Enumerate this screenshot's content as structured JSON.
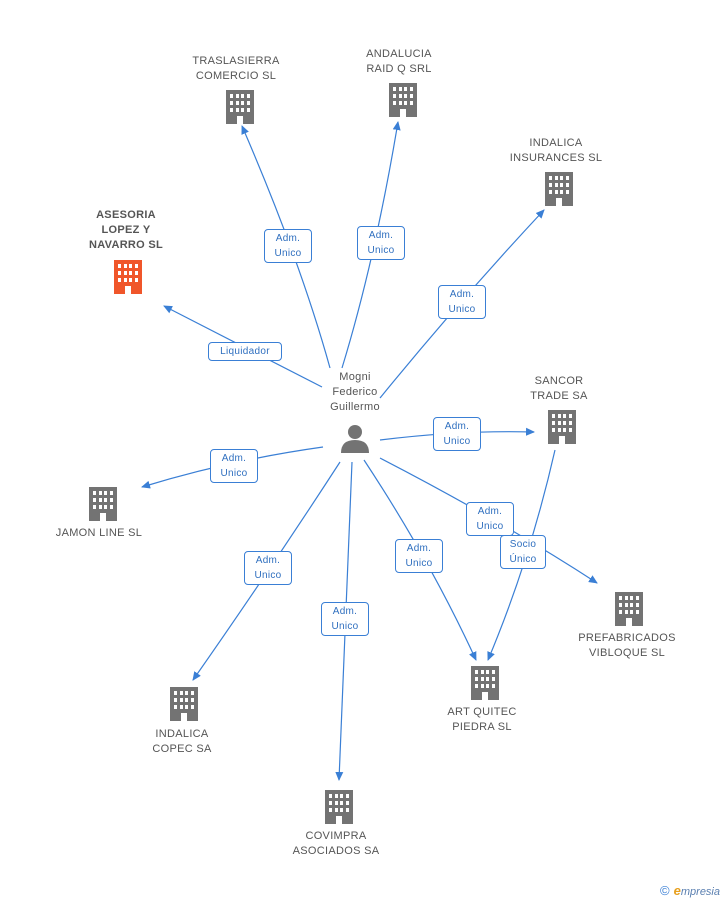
{
  "colors": {
    "edge": "#3a7fd5",
    "building": "#737373",
    "building_highlight": "#f0562a",
    "person": "#737373"
  },
  "center": {
    "label": "Mogni\nFederico\nGuillermo",
    "icon": "person-icon"
  },
  "nodes": [
    {
      "id": "traslasierra",
      "label": "TRASLASIERRA\nCOMERCIO SL",
      "icon": "building-icon"
    },
    {
      "id": "andalucia",
      "label": "ANDALUCIA\nRAID Q SRL",
      "icon": "building-icon"
    },
    {
      "id": "indalica_ins",
      "label": "INDALICA\nINSURANCES SL",
      "icon": "building-icon"
    },
    {
      "id": "asesoria",
      "label": "ASESORIA\nLOPEZ Y\nNAVARRO SL",
      "icon": "building-icon",
      "highlight": true
    },
    {
      "id": "sancor",
      "label": "SANCOR\nTRADE SA",
      "icon": "building-icon"
    },
    {
      "id": "jamon",
      "label": "JAMON LINE  SL",
      "icon": "building-icon"
    },
    {
      "id": "prefabricados",
      "label": "PREFABRICADOS\nVIBLOQUE SL",
      "icon": "building-icon"
    },
    {
      "id": "artquitec",
      "label": "ART QUITEC\nPIEDRA SL",
      "icon": "building-icon"
    },
    {
      "id": "indalica_copec",
      "label": "INDALICA\nCOPEC SA",
      "icon": "building-icon"
    },
    {
      "id": "covimpra",
      "label": "COVIMPRA\nASOCIADOS SA",
      "icon": "building-icon"
    }
  ],
  "edges": [
    {
      "id": "e1",
      "label": "Adm.\nUnico"
    },
    {
      "id": "e2",
      "label": "Adm.\nUnico"
    },
    {
      "id": "e3",
      "label": "Adm.\nUnico"
    },
    {
      "id": "e4",
      "label": "Liquidador"
    },
    {
      "id": "e5",
      "label": "Adm.\nUnico"
    },
    {
      "id": "e6",
      "label": "Adm.\nUnico"
    },
    {
      "id": "e7",
      "label": "Adm.\nUnico"
    },
    {
      "id": "e8",
      "label": "Socio\nÚnico"
    },
    {
      "id": "e9",
      "label": "Adm.\nUnico"
    },
    {
      "id": "e10",
      "label": "Adm.\nUnico"
    },
    {
      "id": "e11",
      "label": "Adm.\nUnico"
    }
  ],
  "footer": {
    "copyright": "©",
    "brand_initial": "e",
    "brand_rest": "mpresia"
  }
}
